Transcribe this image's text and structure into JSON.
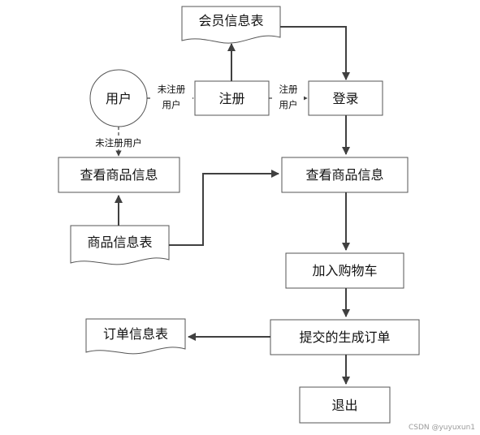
{
  "nodes": {
    "member_table": "会员信息表",
    "user": "用户",
    "register": "注册",
    "login": "登录",
    "browse_left": "查看商品信息",
    "browse_main": "查看商品信息",
    "product_table": "商品信息表",
    "add_cart": "加入购物车",
    "submit_order": "提交的生成订单",
    "order_table": "订单信息表",
    "logout": "退出"
  },
  "edge_labels": {
    "user_to_register": [
      "未注册",
      "用户"
    ],
    "register_to_login": [
      "注册",
      "用户"
    ],
    "user_to_browse": "未注册用户"
  },
  "watermark": "CSDN @yuyuxun1"
}
